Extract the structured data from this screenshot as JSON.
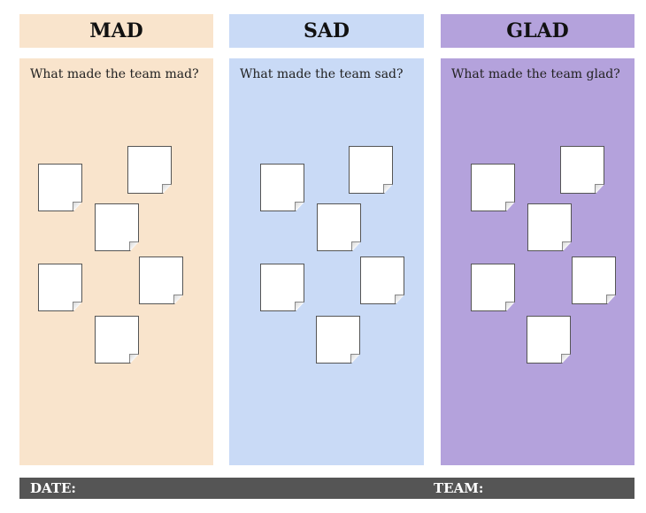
{
  "columns": [
    {
      "title": "MAD",
      "prompt": "What made the team mad?",
      "header_color": "#f9e4cc",
      "body_color": "#f9e4cc"
    },
    {
      "title": "SAD",
      "prompt": "What made the team sad?",
      "header_color": "#c9daf6",
      "body_color": "#c9daf6"
    },
    {
      "title": "GLAD",
      "prompt": "What made the team glad?",
      "header_color": "#b4a2dc",
      "body_color": "#b4a2dc"
    }
  ],
  "footer": {
    "date_label": "DATE:",
    "team_label": "TEAM:",
    "color": "#555555"
  }
}
